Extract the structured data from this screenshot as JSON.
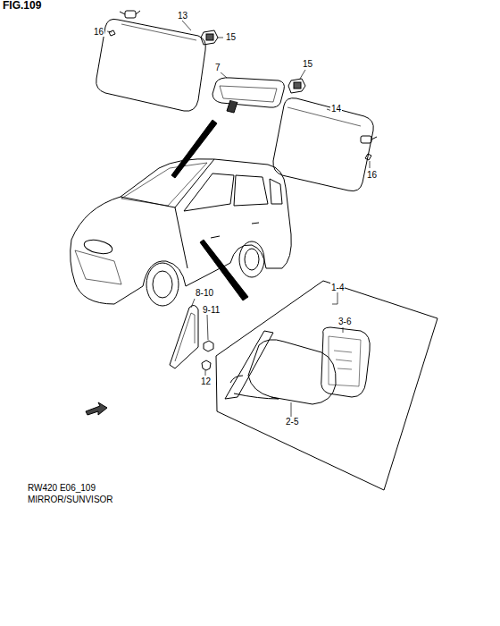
{
  "diagram": {
    "labels": [
      "FIG.109",
      "13",
      "16",
      "15",
      "7",
      "15",
      "14",
      "16",
      "1-4",
      "3-6",
      "8-10",
      "9-11",
      "12",
      "2-5",
      "RW420 E06_109",
      "MIRROR/SUNVISOR"
    ]
  }
}
